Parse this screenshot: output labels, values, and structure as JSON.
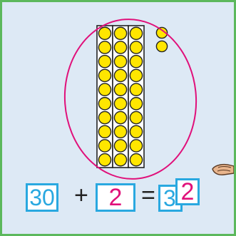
{
  "equation": {
    "tens_value": "30",
    "plus_sign": "+",
    "ones_value": "2",
    "equals_sign": "=",
    "result_tens_digit": "3",
    "result_ones_digit": "2"
  },
  "manipulatives": {
    "ten_rods": 3,
    "beads_per_rod": 10,
    "loose_ones": 2,
    "bead_color": "#ffe600",
    "circle_color": "#e0107a"
  },
  "colors": {
    "background": "#dde9f5",
    "frame_border": "#5cb85c",
    "box_border": "#29a8e0",
    "highlight_digit": "#e0107a"
  }
}
